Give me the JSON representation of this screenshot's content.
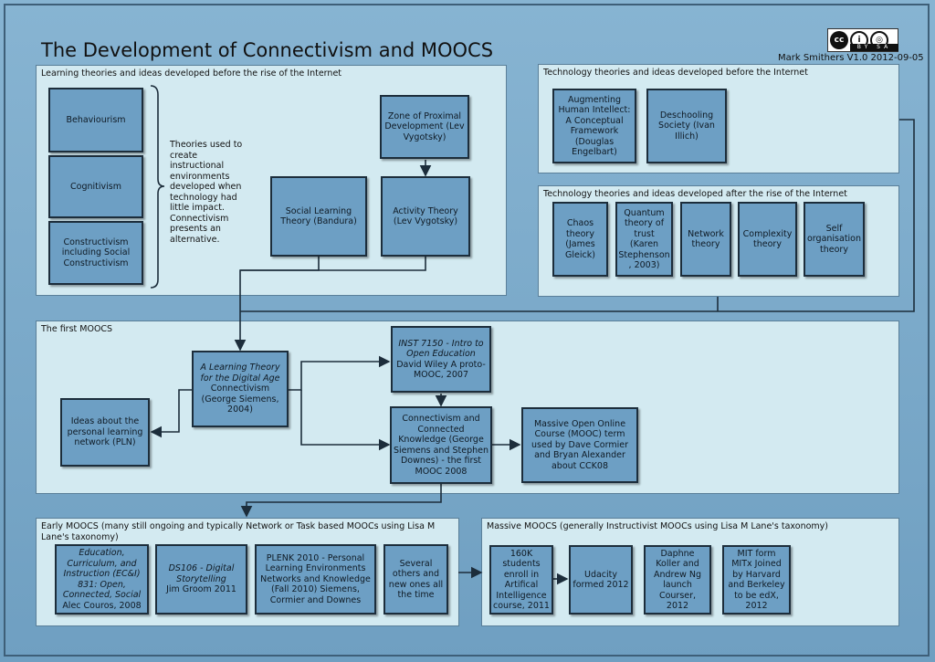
{
  "title": "The Development of Connectivism and MOOCS",
  "author": "Mark Smithers V1.0 2012-09-05",
  "license": {
    "icons": [
      "cc-icon",
      "info-icon",
      "sa-icon"
    ],
    "text": "BY SA"
  },
  "colors": {
    "background": "#7aa9c8",
    "panel": "#d3eaf1",
    "box": "#6d9fc4",
    "line": "#1c2d3b"
  },
  "panels": {
    "pre_internet": "Learning theories and ideas developed before the rise of the Internet",
    "tech_before": "Technology theories and ideas developed before the Internet",
    "tech_after": "Technology theories and ideas developed after the rise of the Internet",
    "first_moocs": "The first MOOCS",
    "early_moocs": "Early MOOCS (many still ongoing and typically Network or Task based MOOCs using Lisa M Lane's taxonomy)",
    "massive_moocs": "Massive MOOCS (generally Instructivist MOOCs using Lisa M Lane's taxonomy)"
  },
  "note": "Theories used to create instructional environments developed when technology had little impact. Connectivism presents an alternative.",
  "boxes": {
    "behaviourism": "Behaviourism",
    "cognitivism": "Cognitivism",
    "constructivism": "Constructivism including Social Constructivism",
    "zpd": "Zone of Proximal Development (Lev Vygotsky)",
    "social_learning": "Social Learning Theory (Bandura)",
    "activity_theory": "Activity Theory (Lev Vygotsky)",
    "augmenting": "Augmenting Human Intellect: A Conceptual Framework (Douglas Engelbart)",
    "deschooling": "Deschooling Society (Ivan Illich)",
    "chaos": "Chaos theory (James Gleick)",
    "quantum": "Quantum theory of trust (Karen Stephenson , 2003)",
    "network": "Network theory",
    "complexity": "Complexity theory",
    "self_org": "Self organisation theory",
    "learning_theory_title": "A Learning Theory for the Digital Age",
    "learning_theory_rest": "Connectivism (George Siemens, 2004)",
    "pln": "Ideas about the personal learning network (PLN)",
    "inst7150_title": "INST 7150 - Intro to Open Education",
    "inst7150_rest": "David Wiley A proto-MOOC, 2007",
    "cck08": "Connectivism and Connected Knowledge (George Siemens and Stephen Downes) - the first MOOC 2008",
    "mooc_term": "Massive Open Online Course (MOOC) term used by Dave Cormier and Bryan Alexander about CCK08",
    "edc_title": "Education, Curriculum, and Instruction (EC&I) 831: Open, Connected, Social",
    "edc_rest": "Alec Couros, 2008",
    "ds106_title": "DS106 - Digital Storytelling",
    "ds106_rest": "Jim Groom 2011",
    "plenk": "PLENK 2010 - Personal Learning Environments Networks and Knowledge (Fall 2010) Siemens, Cormier and Downes",
    "several": "Several others and new ones all the time",
    "ai_course": "160K students enroll in Artifical Intelligence course, 2011",
    "udacity": "Udacity formed 2012",
    "coursera": "Daphne Koller and Andrew Ng launch Courser, 2012",
    "edx": "MIT form MITx Joined by Harvard and Berkeley to be edX, 2012"
  }
}
